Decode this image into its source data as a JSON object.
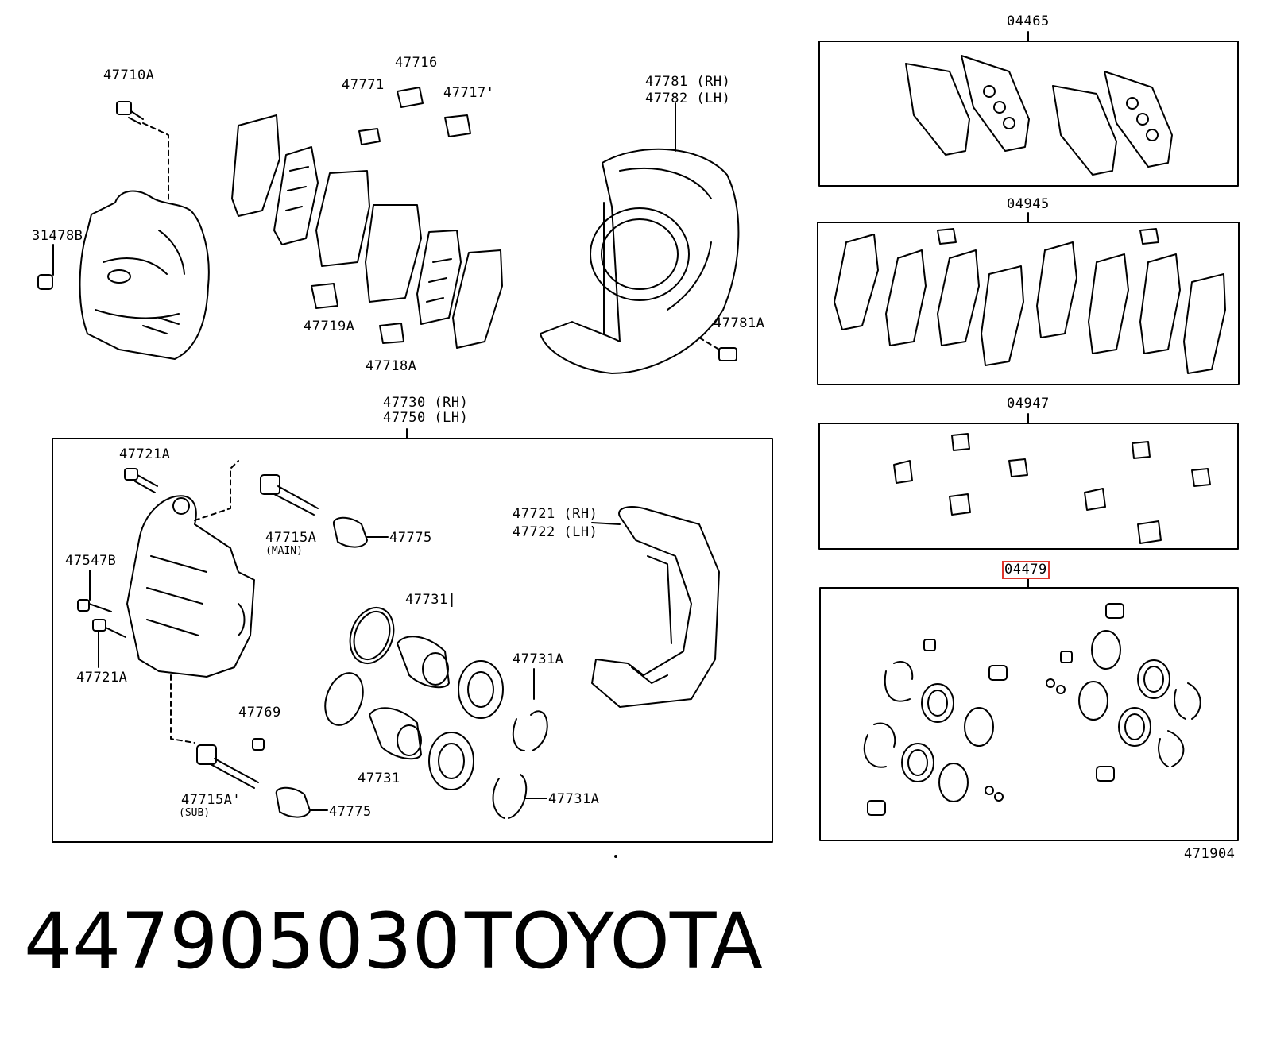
{
  "labels": {
    "p47710A": "47710A",
    "p31478B": "31478B",
    "p47771": "47771",
    "p47716": "47716",
    "p47717": "47717'",
    "p47719A": "47719A",
    "p47718A": "47718A",
    "p47781rh": "47781 (RH)",
    "p47782lh": "47782 (LH)",
    "p47781A": "47781A",
    "p47730rh": "47730 (RH)",
    "p47750lh": "47750 (LH)",
    "p47721A_top": "47721A",
    "p47547B": "47547B",
    "p47721A_bot": "47721A",
    "p47715A": "47715A",
    "main": "(MAIN)",
    "p47775_top": "47775",
    "p47721rh": "47721 (RH)",
    "p47722lh": "47722 (LH)",
    "p47731_top": "47731|",
    "p47731A_top": "47731A",
    "p47769": "47769",
    "p47731_bot": "47731",
    "p47715A_sub": "47715A'",
    "sub": "(SUB)",
    "p47775_bot": "47775",
    "p47731A_bot": "47731A",
    "kit04465": "04465",
    "kit04945": "04945",
    "kit04947": "04947",
    "kit04479": "04479",
    "fig": "471904"
  },
  "footer": {
    "part_number": "447905030",
    "brand": "TOYOTA"
  },
  "colors": {
    "line": "#000000",
    "highlight": "#e0352b",
    "background": "#ffffff"
  }
}
